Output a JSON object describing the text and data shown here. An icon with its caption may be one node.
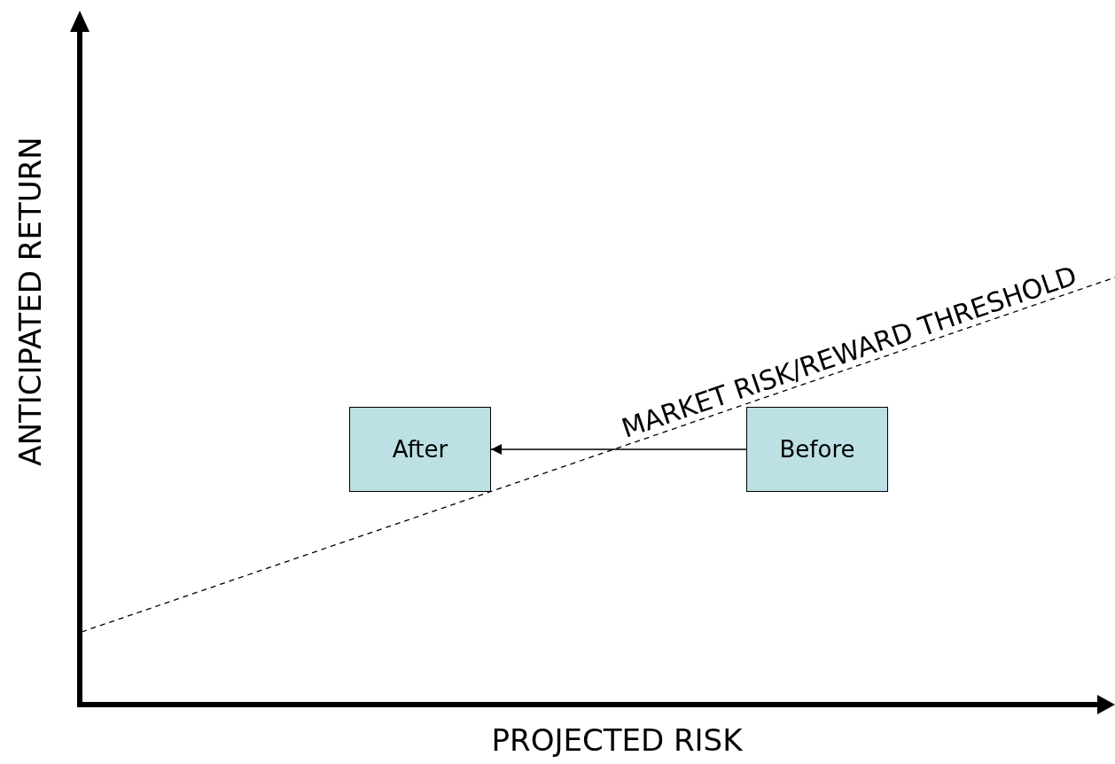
{
  "diagram": {
    "nodes": [
      {
        "text": [
          "After"
        ]
      },
      {
        "text": [
          "Before"
        ]
      }
    ],
    "edges": [
      {
        "from": 1,
        "to": 0,
        "arrow": "to"
      }
    ],
    "labels": [
      "ANTICIPATED RETURN",
      "PROJECTED RISK",
      "MARKET RISK/REWARD THRESHOLD"
    ]
  }
}
